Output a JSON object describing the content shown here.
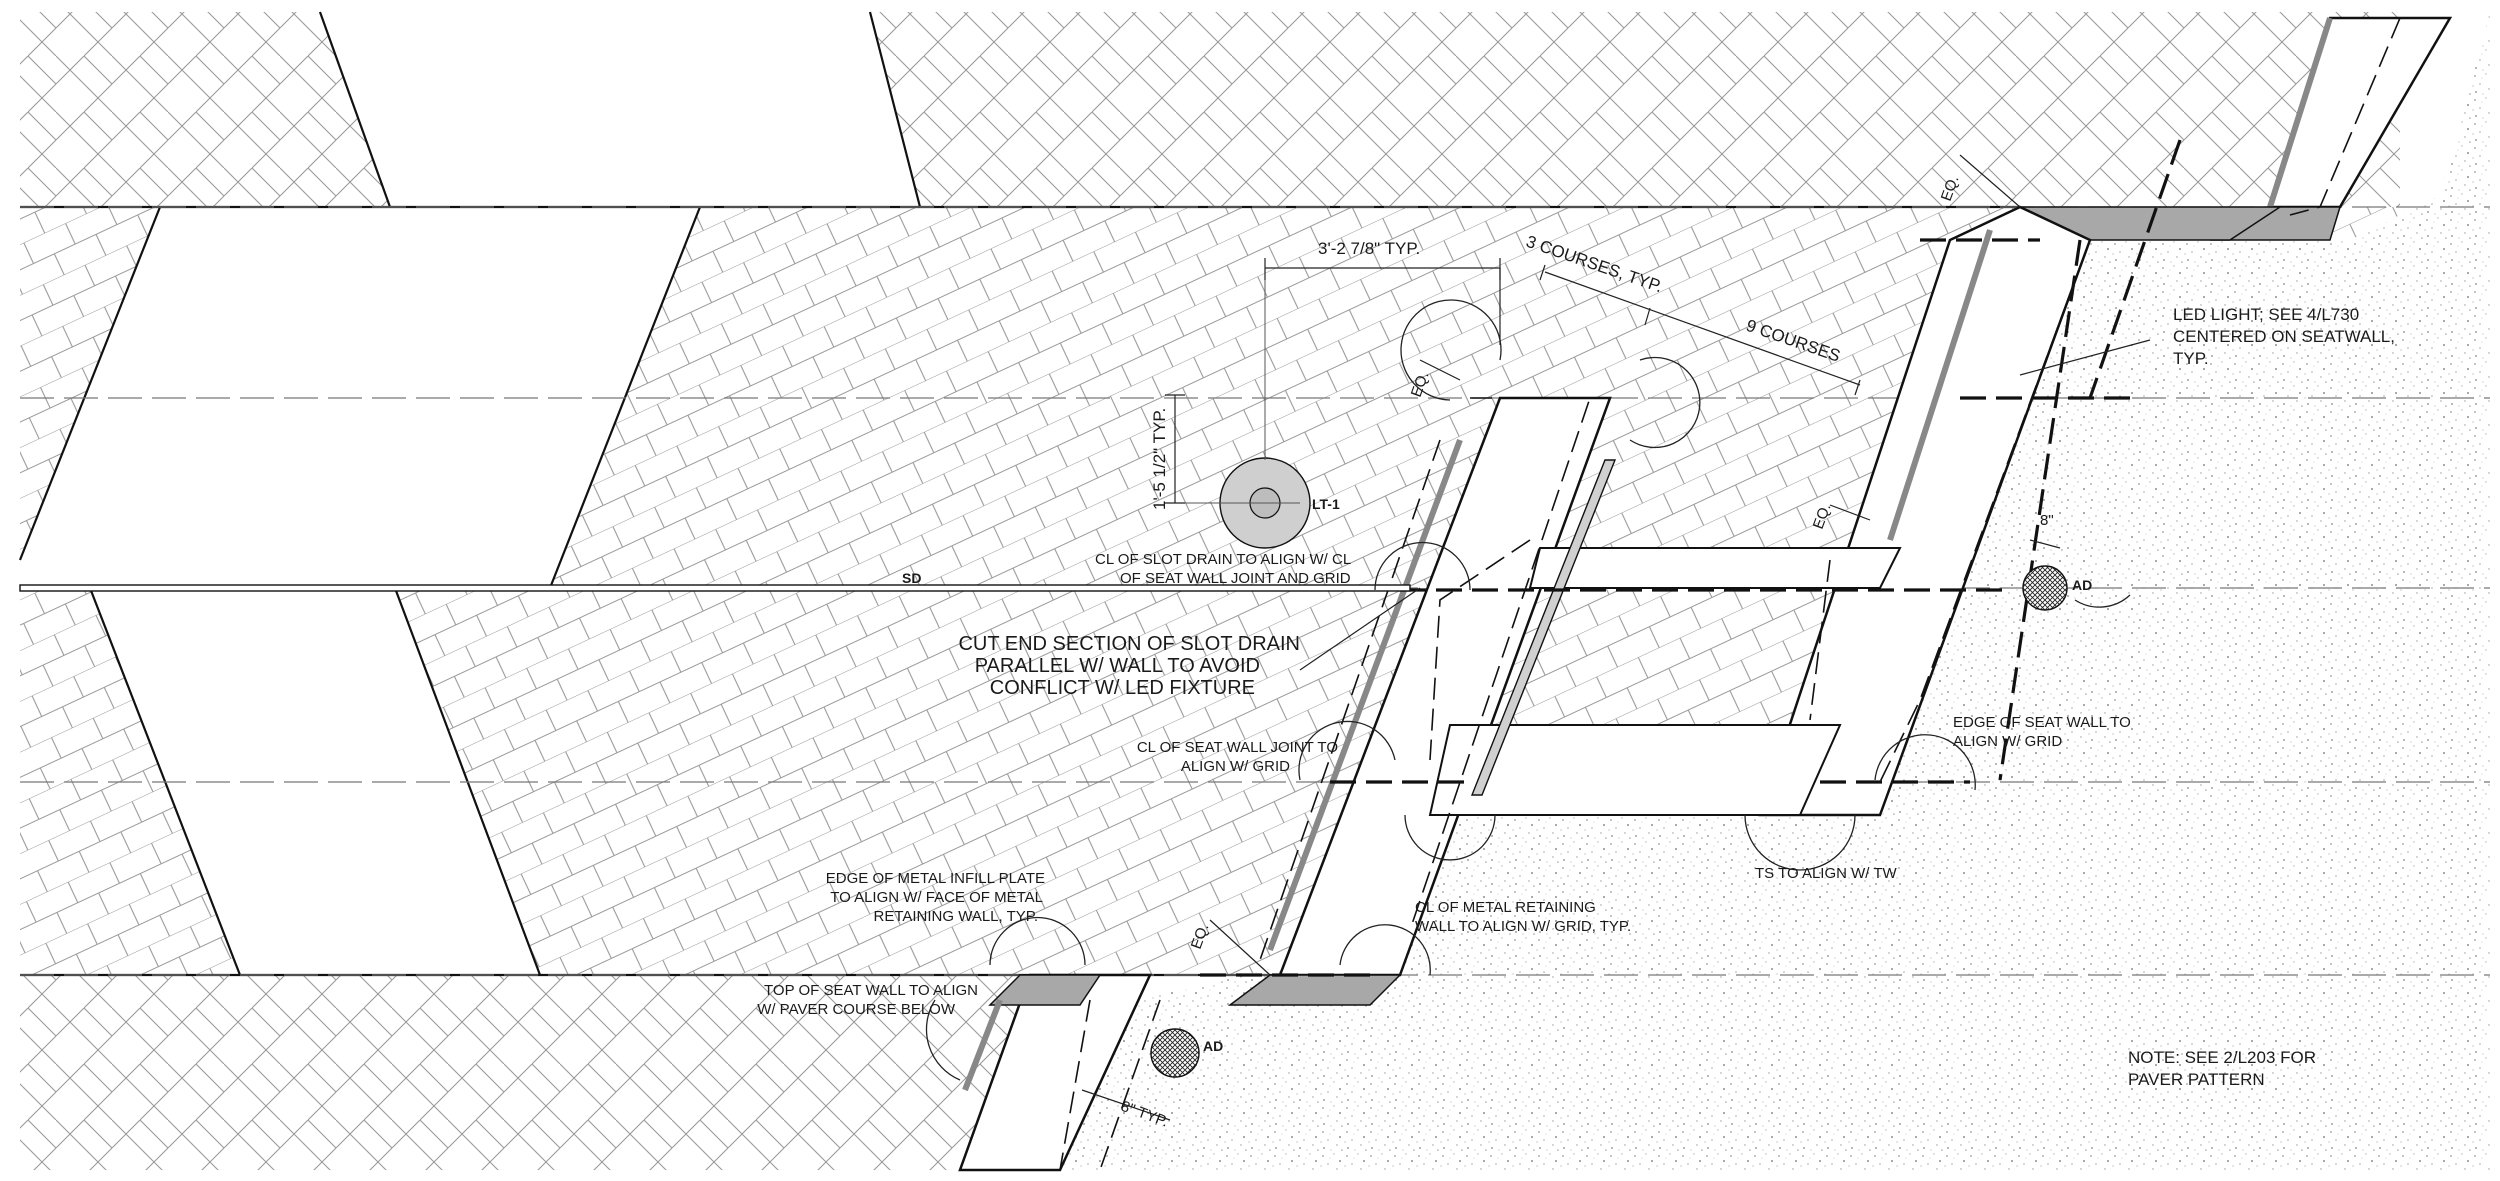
{
  "labels": {
    "dim_width": "3'-2 7/8\" TYP.",
    "dim_height": "1'-5 1/2\" TYP.",
    "three_courses": "3 COURSES, TYP.",
    "nine_courses": "9 COURSES",
    "eq_1": "EQ.",
    "eq_2": "EQ.",
    "eq_3": "EQ.",
    "eq_4": "EQ.",
    "eight_in": "8\"",
    "eight_in_typ": "8\" TYP.",
    "lt1": "LT-1",
    "sd": "SD",
    "ad_1": "AD",
    "ad_2": "AD",
    "led_light": [
      "LED LIGHT; SEE 4/L730",
      "CENTERED ON SEATWALL,",
      "TYP."
    ],
    "cl_slot_drain": [
      "CL OF SLOT DRAIN TO ALIGN W/ CL",
      "OF SEAT WALL JOINT AND GRID"
    ],
    "cut_end": [
      "CUT END SECTION OF SLOT DRAIN",
      "PARALLEL W/ WALL TO AVOID",
      "CONFLICT W/ LED FIXTURE"
    ],
    "cl_seat_joint": [
      "CL OF SEAT WALL JOINT TO",
      "ALIGN W/ GRID"
    ],
    "edge_seat_wall": [
      "EDGE OF SEAT WALL TO",
      "ALIGN W/ GRID"
    ],
    "ts_tw": "TS TO ALIGN W/ TW",
    "edge_metal": [
      "EDGE OF METAL INFILL PLATE",
      "TO ALIGN W/ FACE OF METAL",
      "RETAINING WALL, TYP."
    ],
    "cl_metal_wall": [
      "CL OF METAL RETAINING",
      "WALL TO ALIGN W/ GRID, TYP."
    ],
    "top_seat_wall": [
      "TOP OF SEAT WALL TO ALIGN",
      "W/ PAVER COURSE BELOW"
    ],
    "note": [
      "NOTE: SEE 2/L203 FOR",
      "PAVER PATTERN"
    ]
  },
  "colors": {
    "line": "#111111",
    "paver_line": "#9a9a9a",
    "stipple": "#b8b8b8",
    "cap_fill": "#a8a8a8",
    "light_fill": "#cfcfcf"
  }
}
